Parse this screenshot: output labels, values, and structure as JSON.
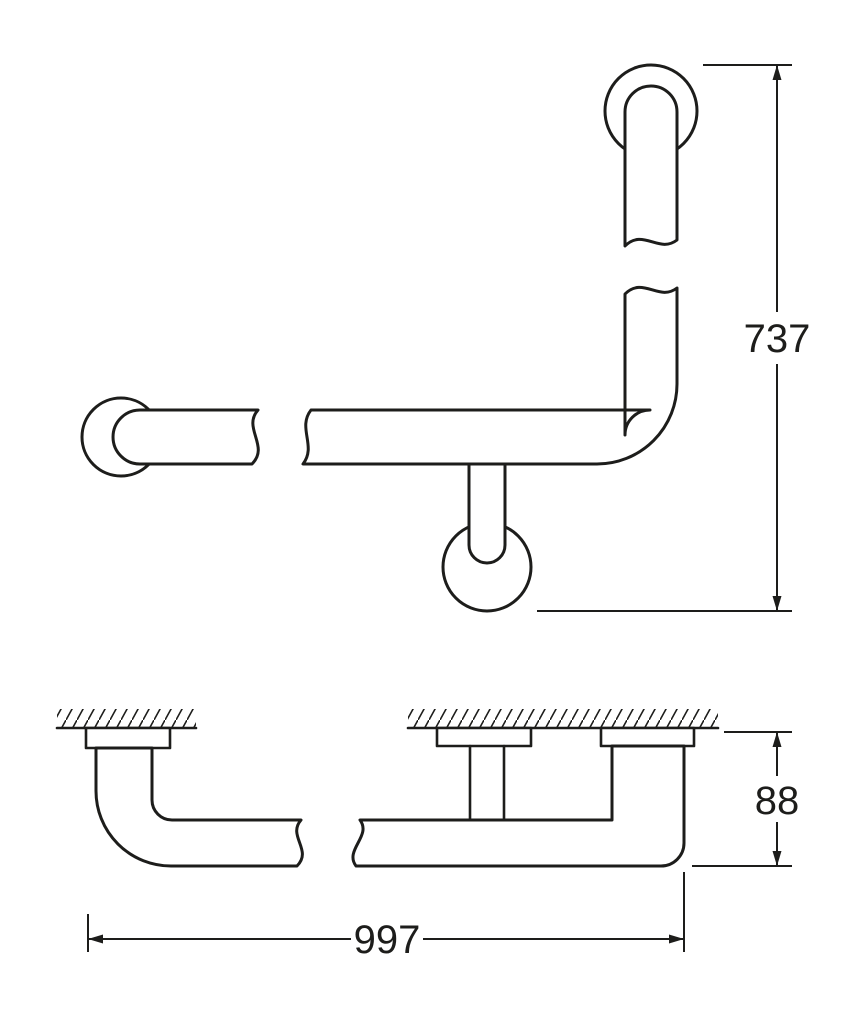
{
  "colors": {
    "line": "#1d1d1b",
    "background": "#ffffff"
  },
  "dimensions": {
    "height": {
      "value": "737"
    },
    "depth": {
      "value": "88"
    },
    "width": {
      "value": "997"
    }
  }
}
